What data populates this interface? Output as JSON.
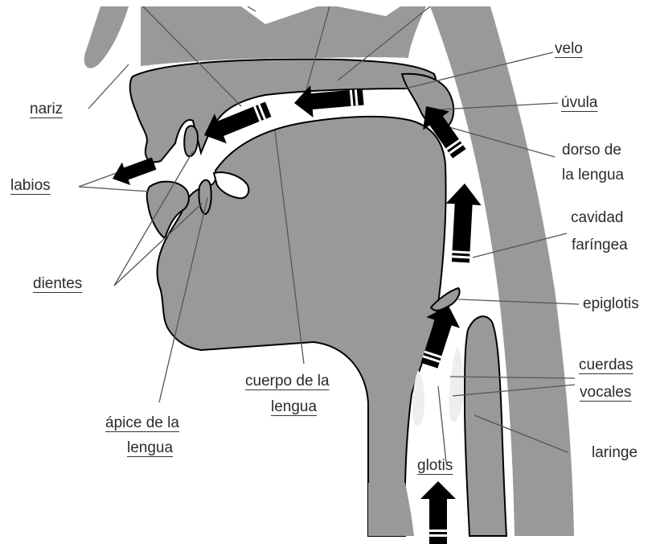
{
  "labels": {
    "velo": "velo",
    "uvula": "úvula",
    "dorso_line1": "dorso de",
    "dorso_line2": "la lengua",
    "cavidad_line1": "cavidad",
    "cavidad_line2": "faríngea",
    "epiglotis": "epiglotis",
    "cuerdas_line1": "cuerdas",
    "cuerdas_line2": "vocales",
    "laringe": "laringe",
    "glotis": "glotis",
    "cuerpo_line1": "cuerpo de la",
    "cuerpo_line2": "lengua",
    "apice_line1": "ápice de la",
    "apice_line2": "lengua",
    "dientes": "dientes",
    "labios": "labios",
    "nariz": "nariz"
  },
  "colors": {
    "tissue": "#999999",
    "airway": "#ffffff",
    "outline": "#000000",
    "leader_line": "#555555",
    "arrow": "#000000"
  },
  "airflow_arrows": [
    "glotis-arrow-up",
    "laringe-arrow-up",
    "faringe-arrow-up",
    "uvula-arrow-up",
    "velo-arrow-forward",
    "paladar-arrow-forward",
    "dientes-arrow-forward",
    "labios-arrow-out"
  ]
}
